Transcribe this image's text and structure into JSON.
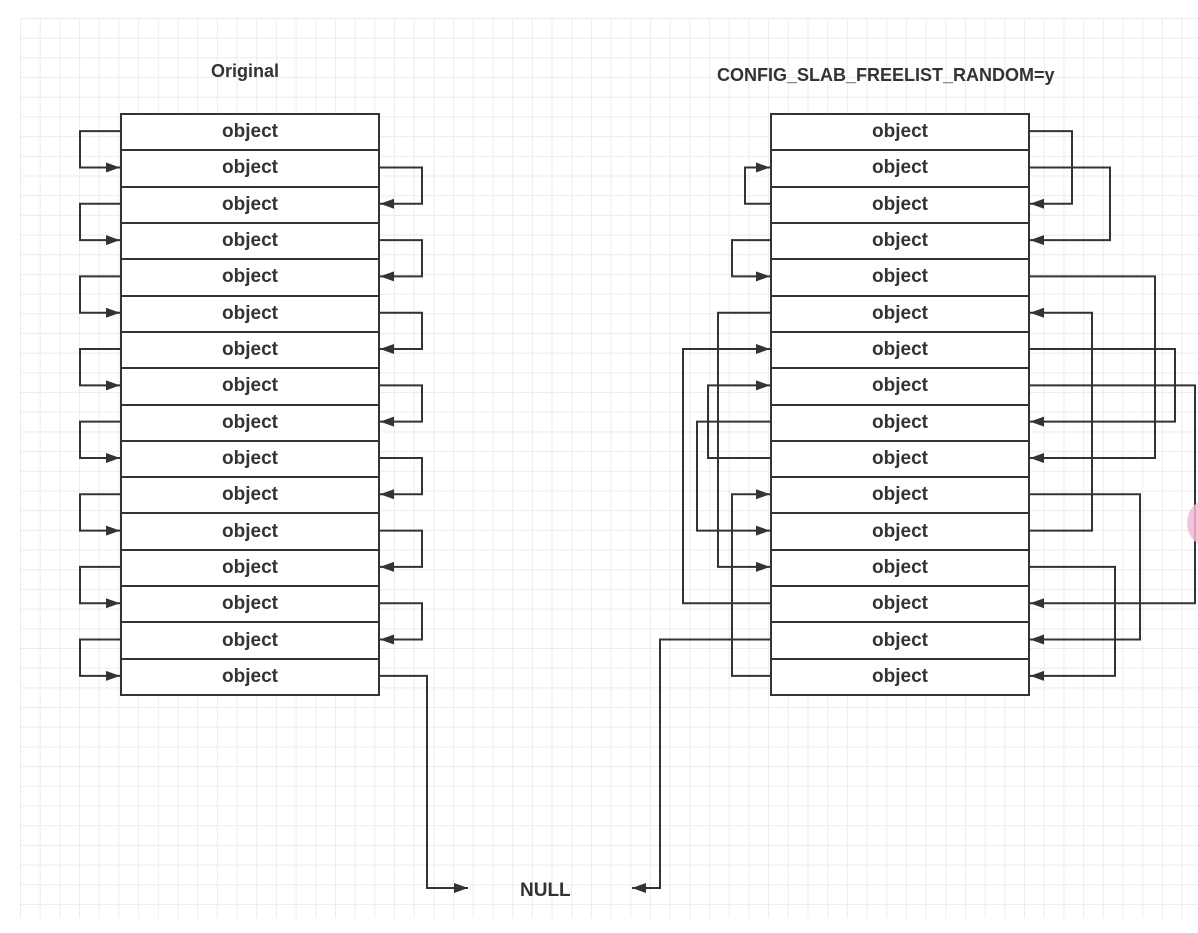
{
  "titles": {
    "left": "Original",
    "right": "CONFIG_SLAB_FREELIST_RANDOM=y"
  },
  "object_label": "object",
  "object_count": 16,
  "null_label": "NULL",
  "left_freelist_order": [
    1,
    2,
    3,
    4,
    5,
    6,
    7,
    8,
    9,
    10,
    11,
    12,
    13,
    14,
    15,
    16
  ],
  "right_freelist_order": [
    1,
    3,
    2,
    4,
    5,
    10,
    8,
    14,
    7,
    9,
    12,
    6,
    13,
    16,
    11,
    15
  ],
  "colors": {
    "line": "#333333",
    "grid": "#ececec",
    "marker": "#f6b9d6"
  }
}
